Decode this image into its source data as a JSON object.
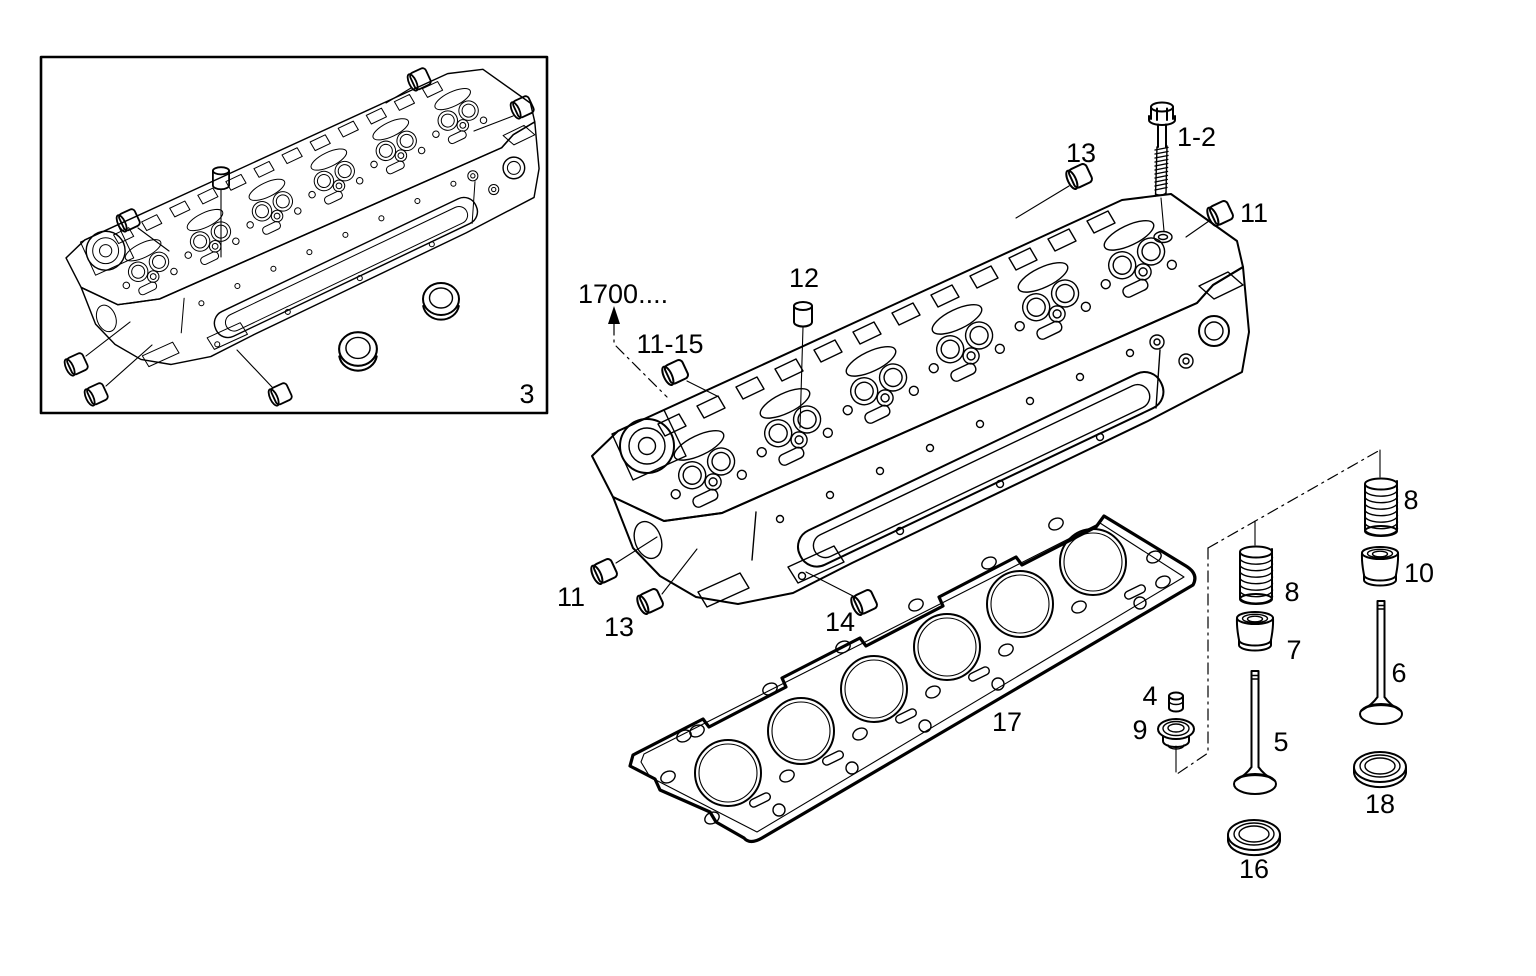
{
  "colors": {
    "background": "#ffffff",
    "line": "#000000"
  },
  "callouts": {
    "inset_assembly": "3",
    "ref_section": "1700....",
    "plug_range": "11-15",
    "plug_12": "12",
    "plug_13_top": "13",
    "bolt_1_2": "1-2",
    "plug_11_top": "11",
    "plug_11_bottom": "11",
    "plug_13_bottom": "13",
    "plug_14": "14",
    "gasket_17": "17",
    "cap_4": "4",
    "seal_9": "9",
    "spring_8_left": "8",
    "retainer_7": "7",
    "valve_5": "5",
    "seat_16": "16",
    "spring_8_right": "8",
    "retainer_10": "10",
    "valve_6": "6",
    "seat_18": "18"
  }
}
